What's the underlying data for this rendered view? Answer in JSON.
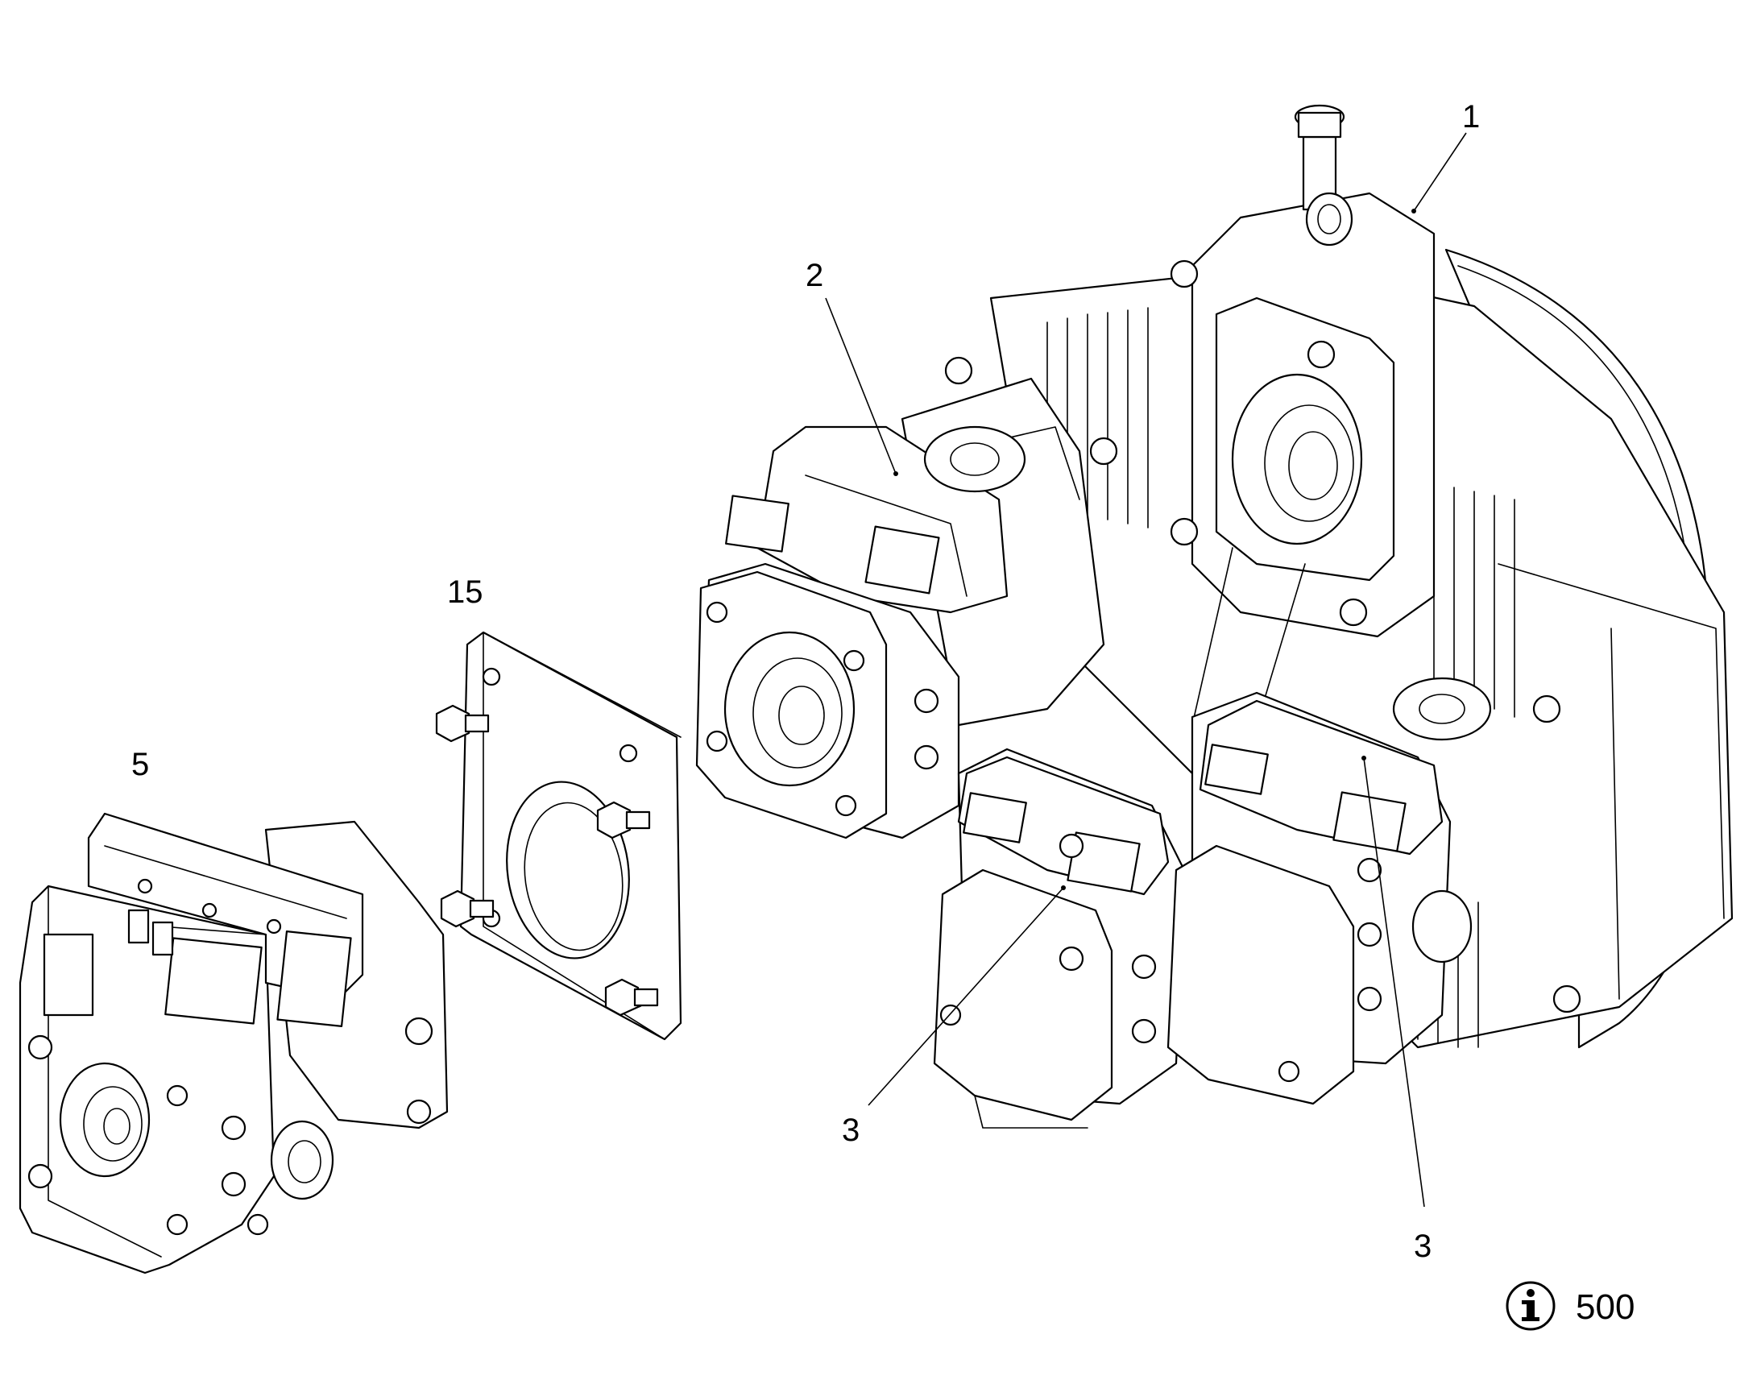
{
  "callouts": {
    "c1": "1",
    "c2": "2",
    "c3a": "3",
    "c3b": "3",
    "c5": "5",
    "c15": "15"
  },
  "reference": {
    "icon": "info-icon",
    "number": "500"
  }
}
